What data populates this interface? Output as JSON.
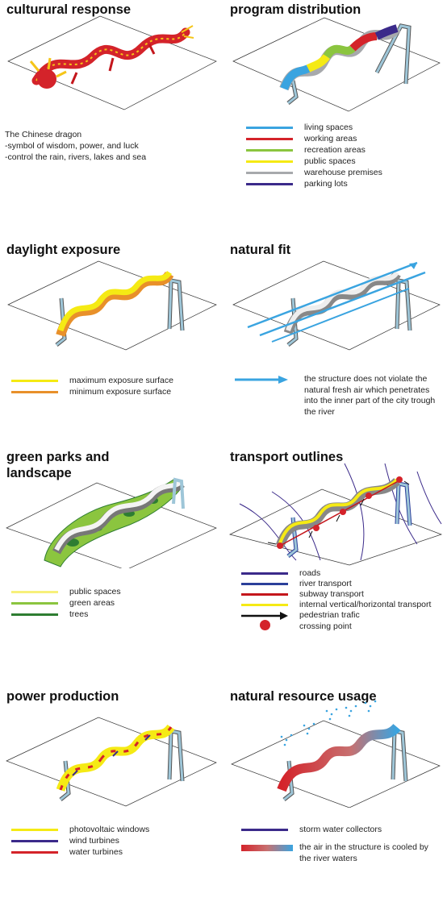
{
  "panels": {
    "cultural": {
      "title": "culturural response",
      "desc": [
        "The Chinese dragon",
        "-symbol of wisdom, power, and luck",
        "-control the rain, rivers, lakes and sea"
      ]
    },
    "program": {
      "title": "program distribution",
      "legend": [
        {
          "label": "living spaces",
          "color": "#3aa4e0"
        },
        {
          "label": "working areas",
          "color": "#d4232a"
        },
        {
          "label": "recreation areas",
          "color": "#8bc53f"
        },
        {
          "label": "public spaces",
          "color": "#f5ea14"
        },
        {
          "label": "warehouse premises",
          "color": "#a7a9ac"
        },
        {
          "label": "parking lots",
          "color": "#3b2a8a"
        }
      ]
    },
    "daylight": {
      "title": "daylight exposure",
      "legend": [
        {
          "label": "maximum exposure surface",
          "color": "#f5ea14"
        },
        {
          "label": "minimum exposure surface",
          "color": "#e8902a"
        }
      ]
    },
    "natural": {
      "title": "natural fit",
      "note": "the structure does not violate the natural fresh air which penetrates into the inner part of the city trough the river",
      "arrow_color": "#3aa4e0"
    },
    "green": {
      "title_line1": "green parks and",
      "title_line2": "landscape",
      "legend": [
        {
          "label": "public spaces",
          "color": "#f7f07a"
        },
        {
          "label": "green areas",
          "color": "#8bc53f"
        },
        {
          "label": "trees",
          "color": "#2e7d32"
        }
      ]
    },
    "transport": {
      "title": "transport outlines",
      "legend": [
        {
          "label": "roads",
          "color": "#3b2a8a"
        },
        {
          "label": "river transport",
          "color": "#2b3f9a"
        },
        {
          "label": "subway transport",
          "color": "#c4161c"
        },
        {
          "label": "internal vertical/horizontal transport",
          "color": "#f5ea14"
        },
        {
          "label": "pedestrian trafic",
          "color": "#111111"
        },
        {
          "label": "crossing point",
          "color": "#d4232a"
        }
      ]
    },
    "power": {
      "title": "power production",
      "legend": [
        {
          "label": "photovoltaic windows",
          "color": "#f5ea14"
        },
        {
          "label": "wind turbines",
          "color": "#3b2a8a"
        },
        {
          "label": "water turbines",
          "color": "#d4232a"
        }
      ]
    },
    "resource": {
      "title": "natural resource usage",
      "legend": [
        {
          "label": "storm water collectors",
          "color": "#3b2a8a"
        }
      ],
      "note": "the air in the structure is cooled by the river waters"
    }
  }
}
